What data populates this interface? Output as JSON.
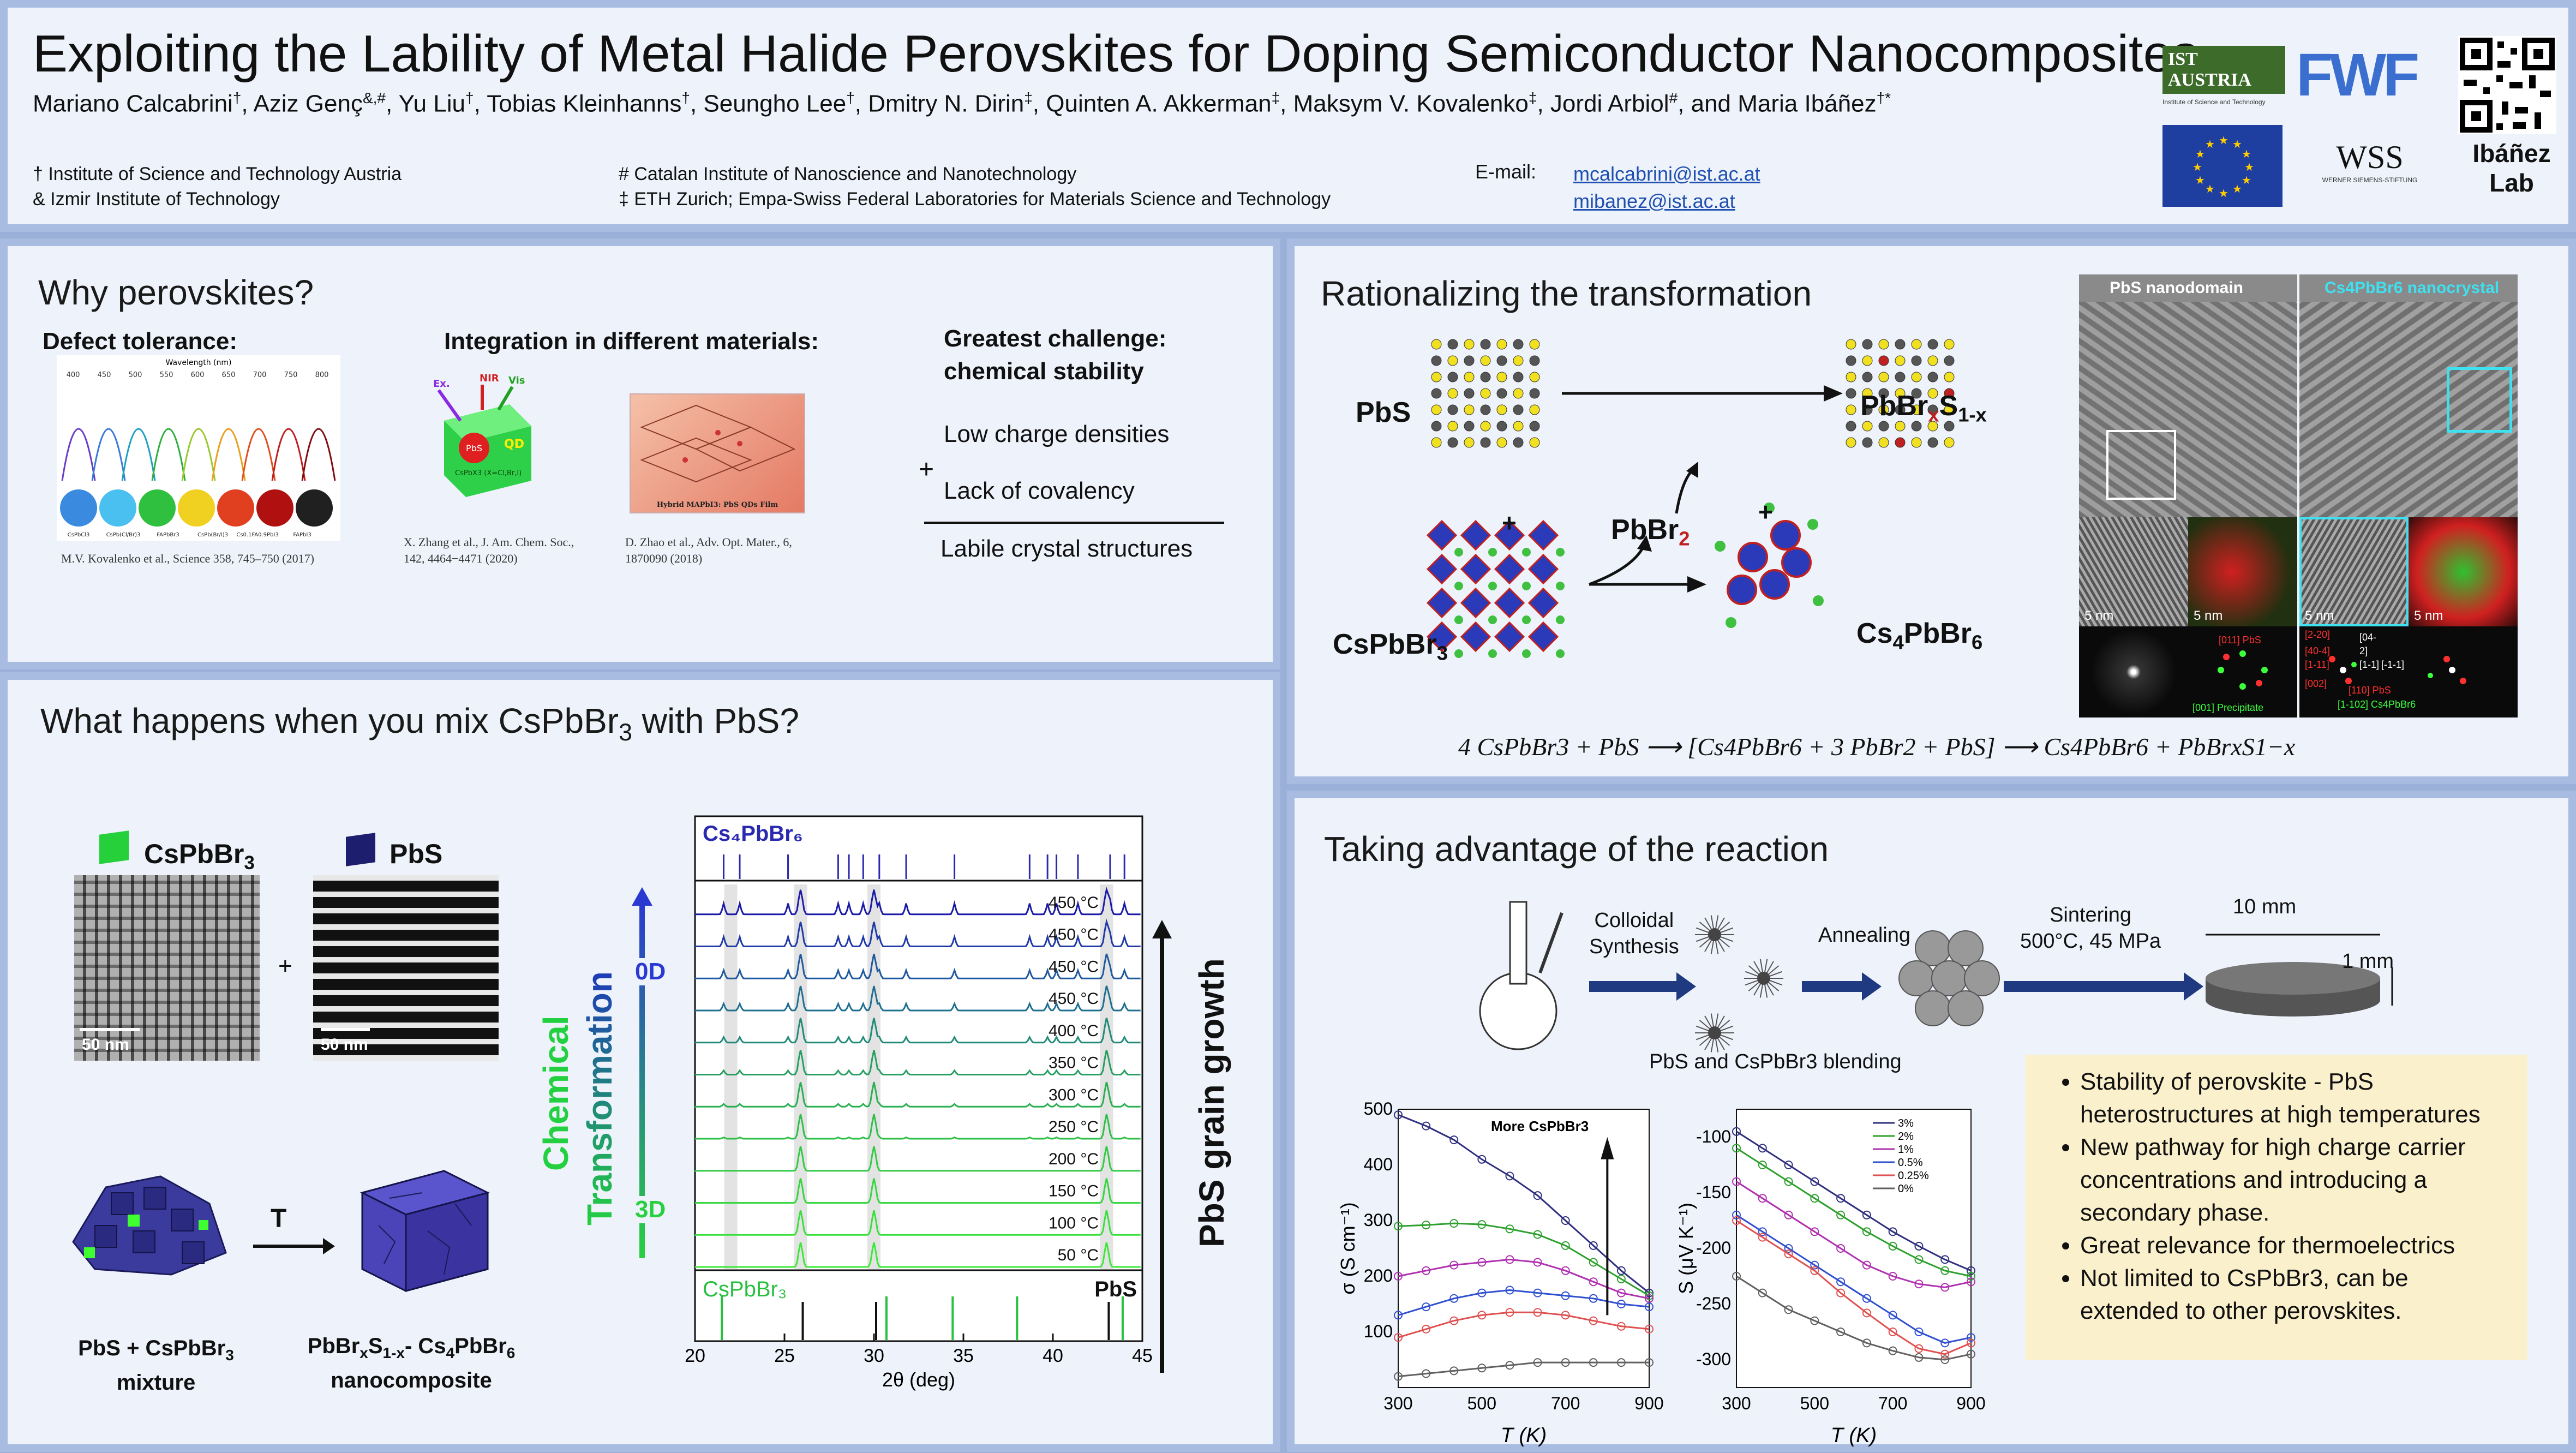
{
  "header": {
    "title": "Exploiting the Lability of Metal Halide Perovskites for Doping Semiconductor Nanocomposites",
    "authors": [
      {
        "name": "Mariano Calcabrini",
        "aff": "†"
      },
      {
        "name": "Aziz Genç",
        "aff": "&,#"
      },
      {
        "name": "Yu Liu",
        "aff": "†"
      },
      {
        "name": "Tobias Kleinhanns",
        "aff": "†"
      },
      {
        "name": "Seungho Lee",
        "aff": "†"
      },
      {
        "name": "Dmitry N. Dirin",
        "aff": "‡"
      },
      {
        "name": "Quinten A. Akkerman",
        "aff": "‡"
      },
      {
        "name": "Maksym V. Kovalenko",
        "aff": "‡"
      },
      {
        "name": "Jordi Arbiol",
        "aff": "#"
      },
      {
        "name": "and Maria Ibáñez",
        "aff": "†*"
      }
    ],
    "affiliations_col1": [
      "† Institute of Science and Technology Austria",
      "& Izmir Institute of Technology"
    ],
    "affiliations_col2": [
      "# Catalan Institute of Nanoscience and Nanotechnology",
      "‡ ETH Zurich; Empa-Swiss Federal Laboratories for Materials Science and Technology"
    ],
    "email_label": "E-mail:",
    "emails": [
      "mcalcabrini@ist.ac.at",
      "mibanez@ist.ac.at"
    ],
    "logos": {
      "ist": "IST AUSTRIA",
      "ist_sub": "Institute of Science and Technology",
      "fwf": "FWF",
      "wss": "WSS",
      "wss_sub": "WERNER SIEMENS-STIFTUNG",
      "lab": [
        "Ibáñez",
        "Lab"
      ]
    }
  },
  "why": {
    "title": "Why perovskites?",
    "defect_tolerance": "Defect tolerance:",
    "wavelength_label": "Wavelength (nm)",
    "wavelength_ticks": [
      "400",
      "450",
      "500",
      "550",
      "600",
      "650",
      "700",
      "750",
      "800"
    ],
    "vial_labels": [
      "CsPbCl3",
      "CsPb(Cl/Br)3",
      "FAPbBr3",
      "CsPb(Br/I)3",
      "Cs0.1FA0.9PbI3",
      "FAPbI3"
    ],
    "cite1": "M.V. Kovalenko et al., Science 358, 745–750 (2017)",
    "integration": "Integration in different materials:",
    "ex": "Ex.",
    "nir": "NIR",
    "vis": "Vis",
    "pbs": "PbS",
    "qd": "QD",
    "cspbx": "CsPbX3 (X=Cl,Br,I)",
    "cite2": [
      "X. Zhang et al., J. Am. Chem. Soc.,",
      "142, 4464−4471 (2020)"
    ],
    "hybrid_label": "Hybrid MAPbI3: PbS QDs Film",
    "cite3": [
      "D. Zhao et al., Adv. Opt. Mater., 6,",
      "1870090 (2018)"
    ],
    "challenge": [
      "Greatest challenge:",
      "chemical stability"
    ],
    "items": [
      "Low charge densities",
      "Lack of covalency",
      "Labile crystal structures"
    ],
    "plus": "+"
  },
  "mix": {
    "title_pre": "What happens when you mix CsPbBr",
    "title_sub": "3",
    "title_post": " with PbS?",
    "cspbbr3": "CsPbBr",
    "pbs": "PbS",
    "scale1": "50 nm",
    "scale2": "50 nm",
    "plus": "+",
    "t": "T",
    "mixture": [
      "PbS + CsPbBr",
      "mixture"
    ],
    "nanocomposite": [
      "PbBr",
      "nanocomposite"
    ],
    "chem": "Chemical",
    "transformation": "Transformation",
    "zeroD": "0D",
    "threeD": "3D",
    "grain": "PbS  grain growth",
    "cs4": "Cs",
    "cspbbr3_ref": "CsPbBr",
    "pbs_ref": "PbS"
  },
  "chart_data": {
    "type": "line",
    "title": "",
    "xlabel": "2θ (deg)",
    "ylabel": "",
    "xlim": [
      20,
      45
    ],
    "xticks": [
      20,
      25,
      30,
      35,
      40,
      45
    ],
    "temperatures": [
      "450 °C",
      "450 °C",
      "450 °C",
      "450 °C",
      "400 °C",
      "350 °C",
      "300 °C",
      "250 °C",
      "200 °C",
      "150 °C",
      "100 °C",
      "50 °C"
    ],
    "colors": [
      "#1b1ba8",
      "#1f3aa8",
      "#1f5aa0",
      "#1f7090",
      "#228a78",
      "#26a060",
      "#2ab050",
      "#2ec048",
      "#32cc44",
      "#36d640",
      "#3adf3c",
      "#3ee838"
    ],
    "peaks_pbs": [
      25.9,
      30.0,
      43.0
    ],
    "peaks_cs4": [
      21.6,
      22.5,
      25.2,
      28.0,
      28.6,
      29.4,
      30.3,
      31.8,
      34.5,
      38.7,
      39.7,
      40.2,
      41.4,
      43.2,
      44.0
    ],
    "peaks_cspbbr3": [
      21.5,
      30.7,
      34.4,
      38.0,
      43.9
    ],
    "refs_pbs": [
      25.9,
      30.0,
      43.0
    ]
  },
  "rational": {
    "title": "Rationalizing the transformation",
    "pbs": "PbS",
    "pbbrs": "PbBr",
    "pbbr2": "PbBr",
    "cspbbr3": "CsPbBr",
    "cs4pbbr6": "Cs",
    "plus": "+",
    "equation": "4 CsPbBr3 + PbS ⟶ [Cs4PbBr6 + 3 PbBr2 + PbS] ⟶ Cs4PbBr6 + PbBrxS1−x",
    "tem_left_title": "PbS nanodomain",
    "tem_right_title": "Cs4PbBr6 nanocrystal",
    "tem_labels": [
      "5 nm",
      "5 nm",
      "5 nm",
      "5 nm"
    ],
    "left_fft": [
      "[011] PbS",
      "[001] Precipitate"
    ],
    "right_fft": [
      "[2-20]",
      "[04-",
      "[40-4]",
      "2]",
      "[1-1]",
      "[1-11]",
      "[-1-1]",
      "[002]",
      "[110] PbS",
      "[1-102] Cs4PbBr6"
    ]
  },
  "advantage": {
    "title": "Taking advantage of the reaction",
    "steps": [
      "Colloidal",
      "Synthesis",
      "Annealing",
      "Sintering",
      "500°C, 45 MPa"
    ],
    "blending": "PbS and CsPbBr3 blending",
    "dim1": "10 mm",
    "dim2": "1 mm",
    "bullets": [
      "Stability of perovskite - PbS heterostructures at high temperatures",
      "New pathway for high charge carrier concentrations and introducing a secondary phase.",
      "Great relevance for thermoelectrics",
      "Not limited to CsPbBr3, can be extended to other perovskites."
    ],
    "sigma_chart": {
      "ylabel": "σ (S cm⁻¹)",
      "xlabel": "T (K)",
      "xlim": [
        300,
        900
      ],
      "ylim": [
        0,
        500
      ],
      "xticks": [
        300,
        500,
        700,
        900
      ],
      "yticks": [
        100,
        200,
        300,
        400,
        500
      ],
      "annotation": "More CsPbBr3",
      "series": [
        {
          "color": "#303080",
          "values": [
            490,
            470,
            445,
            410,
            380,
            345,
            300,
            255,
            210,
            170
          ]
        },
        {
          "color": "#2ea02e",
          "values": [
            290,
            292,
            295,
            293,
            285,
            275,
            255,
            225,
            195,
            165
          ]
        },
        {
          "color": "#b030b0",
          "values": [
            200,
            210,
            220,
            225,
            230,
            225,
            210,
            190,
            170,
            160
          ]
        },
        {
          "color": "#3050d0",
          "values": [
            130,
            145,
            160,
            170,
            175,
            170,
            165,
            160,
            150,
            145
          ]
        },
        {
          "color": "#e05050",
          "values": [
            90,
            105,
            120,
            130,
            135,
            135,
            130,
            120,
            110,
            105
          ]
        },
        {
          "color": "#606060",
          "values": [
            20,
            25,
            30,
            35,
            40,
            45,
            45,
            45,
            45,
            45
          ]
        }
      ]
    },
    "seebeck_chart": {
      "ylabel": "S (μV K⁻¹)",
      "xlabel": "T (K)",
      "xlim": [
        300,
        900
      ],
      "ylim": [
        -325,
        -75
      ],
      "xticks": [
        300,
        500,
        700,
        900
      ],
      "yticks": [
        -100,
        -150,
        -200,
        -250,
        -300
      ],
      "legend": [
        "3%",
        "2%",
        "1%",
        "0.5%",
        "0.25%",
        "0%"
      ],
      "series": [
        {
          "color": "#303080",
          "values": [
            -95,
            -110,
            -125,
            -140,
            -155,
            -170,
            -185,
            -198,
            -210,
            -220
          ]
        },
        {
          "color": "#2ea02e",
          "values": [
            -110,
            -125,
            -140,
            -155,
            -170,
            -185,
            -198,
            -210,
            -220,
            -225
          ]
        },
        {
          "color": "#b030b0",
          "values": [
            -140,
            -155,
            -170,
            -185,
            -200,
            -215,
            -225,
            -232,
            -235,
            -230
          ]
        },
        {
          "color": "#3050d0",
          "values": [
            -170,
            -185,
            -200,
            -215,
            -230,
            -245,
            -260,
            -275,
            -285,
            -280
          ]
        },
        {
          "color": "#e05050",
          "values": [
            -175,
            -190,
            -205,
            -220,
            -240,
            -258,
            -275,
            -290,
            -295,
            -285
          ]
        },
        {
          "color": "#606060",
          "values": [
            -225,
            -240,
            -255,
            -265,
            -275,
            -285,
            -292,
            -298,
            -300,
            -295
          ]
        }
      ]
    }
  }
}
